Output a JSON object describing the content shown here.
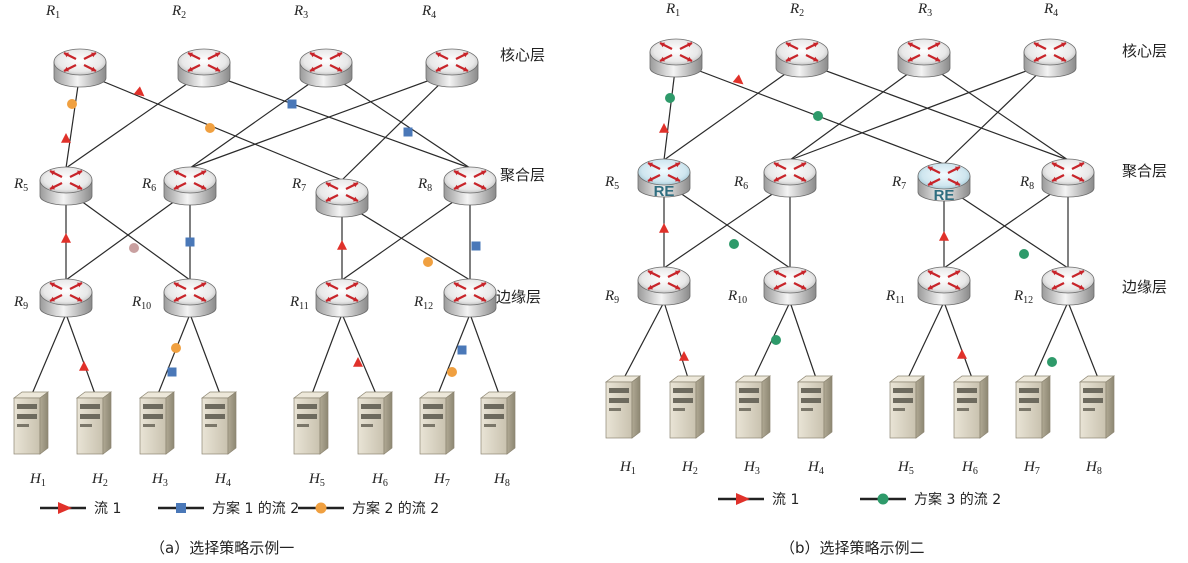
{
  "panels": [
    {
      "id": "a",
      "caption": "（a）选择策略示例一",
      "routers": [
        {
          "name": "R",
          "sub": "1"
        },
        {
          "name": "R",
          "sub": "2"
        },
        {
          "name": "R",
          "sub": "3"
        },
        {
          "name": "R",
          "sub": "4"
        },
        {
          "name": "R",
          "sub": "5"
        },
        {
          "name": "R",
          "sub": "6"
        },
        {
          "name": "R",
          "sub": "7"
        },
        {
          "name": "R",
          "sub": "8"
        },
        {
          "name": "R",
          "sub": "9"
        },
        {
          "name": "R",
          "sub": "10"
        },
        {
          "name": "R",
          "sub": "11"
        },
        {
          "name": "R",
          "sub": "12"
        }
      ],
      "hosts": [
        {
          "name": "H",
          "sub": "1"
        },
        {
          "name": "H",
          "sub": "2"
        },
        {
          "name": "H",
          "sub": "3"
        },
        {
          "name": "H",
          "sub": "4"
        },
        {
          "name": "H",
          "sub": "5"
        },
        {
          "name": "H",
          "sub": "6"
        },
        {
          "name": "H",
          "sub": "7"
        },
        {
          "name": "H",
          "sub": "8"
        }
      ],
      "layers": [
        "核心层",
        "聚合层",
        "边缘层"
      ],
      "legend": [
        {
          "label": "流 1",
          "color": "#e0312a",
          "marker": "arrow"
        },
        {
          "label": "方案 1 的流 2",
          "color": "#4a78b8",
          "marker": "square"
        },
        {
          "label": "方案 2 的流 2",
          "color": "#f0a040",
          "marker": "circle"
        }
      ],
      "re_labels": []
    },
    {
      "id": "b",
      "caption": "（b）选择策略示例二",
      "routers": [
        {
          "name": "R",
          "sub": "1"
        },
        {
          "name": "R",
          "sub": "2"
        },
        {
          "name": "R",
          "sub": "3"
        },
        {
          "name": "R",
          "sub": "4"
        },
        {
          "name": "R",
          "sub": "5"
        },
        {
          "name": "R",
          "sub": "6"
        },
        {
          "name": "R",
          "sub": "7"
        },
        {
          "name": "R",
          "sub": "8"
        },
        {
          "name": "R",
          "sub": "9"
        },
        {
          "name": "R",
          "sub": "10"
        },
        {
          "name": "R",
          "sub": "11"
        },
        {
          "name": "R",
          "sub": "12"
        }
      ],
      "hosts": [
        {
          "name": "H",
          "sub": "1"
        },
        {
          "name": "H",
          "sub": "2"
        },
        {
          "name": "H",
          "sub": "3"
        },
        {
          "name": "H",
          "sub": "4"
        },
        {
          "name": "H",
          "sub": "5"
        },
        {
          "name": "H",
          "sub": "6"
        },
        {
          "name": "H",
          "sub": "7"
        },
        {
          "name": "H",
          "sub": "8"
        }
      ],
      "layers": [
        "核心层",
        "聚合层",
        "边缘层"
      ],
      "legend": [
        {
          "label": "流 1",
          "color": "#e0312a",
          "marker": "arrow"
        },
        {
          "label": "方案 3 的流 2",
          "color": "#2e9a6a",
          "marker": "circle"
        }
      ],
      "re_labels": [
        "RE",
        "RE"
      ]
    }
  ]
}
